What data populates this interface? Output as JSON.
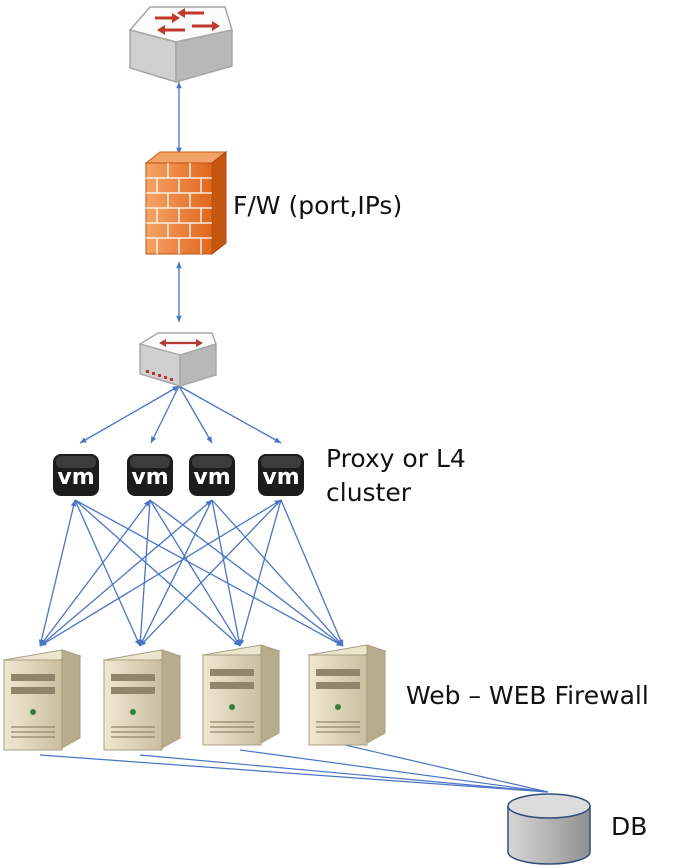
{
  "labels": {
    "firewall": "F/W (port,IPs)",
    "proxy_line1": "Proxy or L4",
    "proxy_line2": "cluster",
    "web": "Web – WEB Firewall",
    "db": "DB"
  },
  "vm_badge_text": "vm",
  "colors": {
    "connector": "#4a74c4",
    "firewall_orange": "#f07a26",
    "vm_badge": "#1c1c1c",
    "server_beige": "#dcd3b6",
    "db_gray": "#b9b9b9",
    "switch_red_arrow": "#b23a30"
  },
  "icons": {
    "router": "router-icon",
    "firewall": "firewall-icon",
    "switch": "switch-icon",
    "vm": "vm-icon",
    "server": "server-icon",
    "database": "database-icon"
  }
}
